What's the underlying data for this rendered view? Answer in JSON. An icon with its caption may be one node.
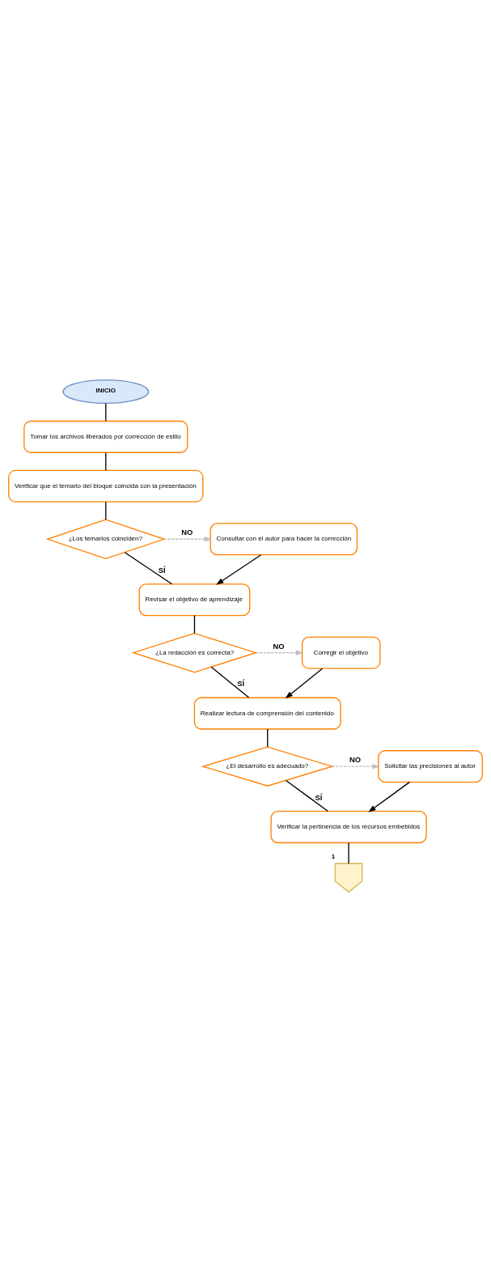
{
  "diagram": {
    "nodes": [
      {
        "text": [
          "INICIO"
        ]
      },
      {
        "text": [
          "Tomar los archivos liberados por corrección de estilo"
        ]
      },
      {
        "text": [
          "Verificar que el temario del bloque coincida con la presentación"
        ]
      },
      {
        "text": [
          "¿Los temarios coinciden?"
        ]
      },
      {
        "text": [
          "Consultar con el autor para hacer la corrección"
        ]
      },
      {
        "text": [
          "Revisar el objetivo de aprendizaje"
        ]
      },
      {
        "text": [
          "¿La redacción es correcta?"
        ]
      },
      {
        "text": [
          "Corregir el objetivo"
        ]
      },
      {
        "text": [
          "Realizar lectura de comprensión del contenido"
        ]
      },
      {
        "text": [
          "¿El desarrollo es adecuado?"
        ]
      },
      {
        "text": [
          "Solicitar las precisiones al autor"
        ]
      },
      {
        "text": [
          "Verificar la pertinencia de los recursos embebidos"
        ]
      },
      {
        "text": [],
        "shape": "pentagon",
        "beside": [
          "1"
        ]
      }
    ],
    "edges": [
      {
        "from": 0,
        "to": 1,
        "arrow": "none"
      },
      {
        "from": 1,
        "to": 2,
        "arrow": "none"
      },
      {
        "from": 2,
        "to": 3,
        "arrow": "none"
      },
      {
        "from": 3,
        "to": 4,
        "arrow": "to",
        "label": "NO",
        "style": "dashed",
        "color": "#c0c0c0"
      },
      {
        "from": 3,
        "to": 5,
        "arrow": "none",
        "label": "SÍ"
      },
      {
        "from": 4,
        "to": 5,
        "arrow": "to"
      },
      {
        "from": 5,
        "to": 6,
        "arrow": "none"
      },
      {
        "from": 6,
        "to": 7,
        "arrow": "to",
        "label": "NO",
        "style": "dashed",
        "color": "#c0c0c0"
      },
      {
        "from": 6,
        "to": 8,
        "arrow": "none",
        "label": "SÍ"
      },
      {
        "from": 7,
        "to": 8,
        "arrow": "to"
      },
      {
        "from": 8,
        "to": 9,
        "arrow": "none"
      },
      {
        "from": 9,
        "to": 10,
        "arrow": "to",
        "label": "NO",
        "style": "dashed",
        "color": "#c0c0c0"
      },
      {
        "from": 9,
        "to": 11,
        "arrow": "none",
        "label": "SÍ"
      },
      {
        "from": 10,
        "to": 11,
        "arrow": "to"
      },
      {
        "from": 11,
        "to": 12,
        "arrow": "none"
      }
    ]
  }
}
